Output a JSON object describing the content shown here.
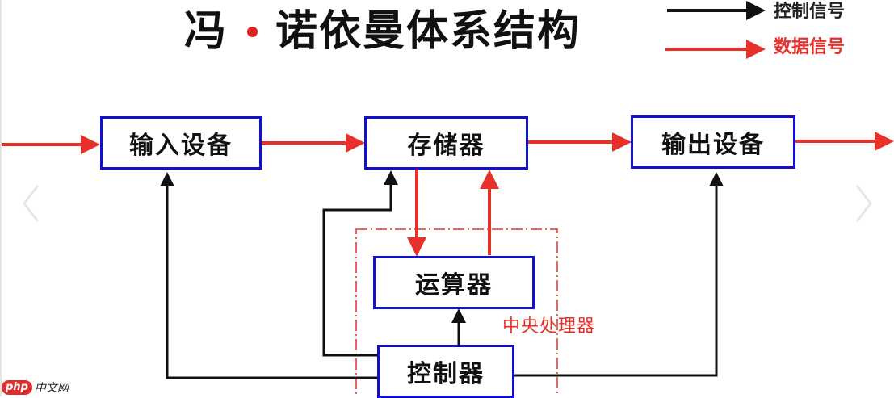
{
  "title": {
    "part1": "冯",
    "part2": "诺依曼体系结构"
  },
  "legend": {
    "control": {
      "label": "控制信号",
      "color": "#111111"
    },
    "data": {
      "label": "数据信号",
      "color": "#e8302a"
    }
  },
  "nodes": {
    "input": "输入设备",
    "memory": "存储器",
    "output": "输出设备",
    "alu": "运算器",
    "controller": "控制器"
  },
  "group": {
    "cpu_label": "中央处理器",
    "border_color": "#e8302a"
  },
  "colors": {
    "box_border": "#1010d0",
    "control_line": "#111111",
    "data_line": "#e8302a"
  },
  "edges": [
    {
      "from": "external",
      "to": "input",
      "type": "data"
    },
    {
      "from": "input",
      "to": "memory",
      "type": "data"
    },
    {
      "from": "memory",
      "to": "output",
      "type": "data"
    },
    {
      "from": "output",
      "to": "external",
      "type": "data"
    },
    {
      "from": "memory",
      "to": "alu",
      "type": "data"
    },
    {
      "from": "alu",
      "to": "memory",
      "type": "data"
    },
    {
      "from": "controller",
      "to": "input",
      "type": "control"
    },
    {
      "from": "controller",
      "to": "memory",
      "type": "control"
    },
    {
      "from": "controller",
      "to": "alu",
      "type": "control"
    },
    {
      "from": "controller",
      "to": "output",
      "type": "control"
    }
  ],
  "navigation": {
    "prev": "chevron-left",
    "next": "chevron-right"
  },
  "watermark": {
    "badge": "php",
    "text": "中文网"
  }
}
